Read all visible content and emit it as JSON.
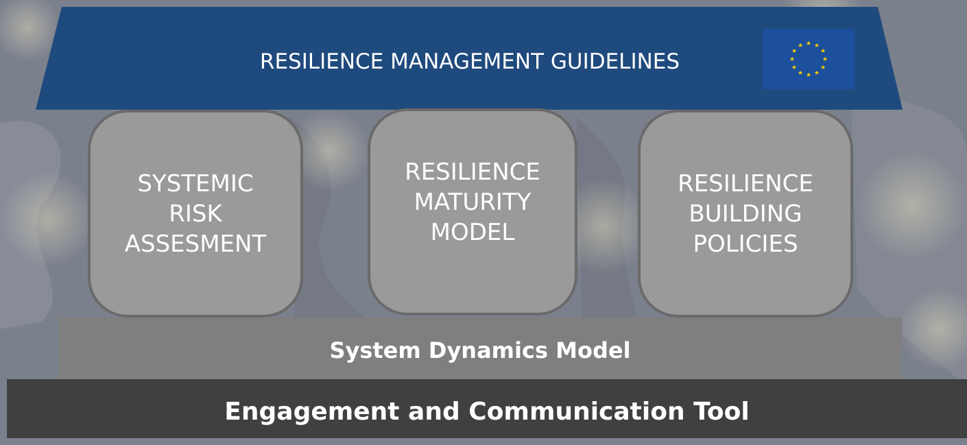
{
  "roof": {
    "title": "RESILIENCE MANAGEMENT GUIDELINES",
    "color": "#1f4a7e",
    "flag_color": "#1c4f9c",
    "flag_star_color": "#f5d000",
    "flag_icon": "eu-flag-icon"
  },
  "pillars": [
    {
      "lines": [
        "SYSTEMIC",
        "RISK",
        "ASSESMENT"
      ]
    },
    {
      "lines": [
        "RESILIENCE",
        "MATURITY",
        "MODEL"
      ]
    },
    {
      "lines": [
        "RESILIENCE",
        "BUILDING",
        "POLICIES"
      ]
    }
  ],
  "pillar_color": "#9a9a9a",
  "base_layer": {
    "label": "System Dynamics Model",
    "color": "#7f7f7f"
  },
  "foundation": {
    "label": "Engagement and Communication Tool",
    "color": "#404040"
  },
  "background_color": "#7c818e"
}
